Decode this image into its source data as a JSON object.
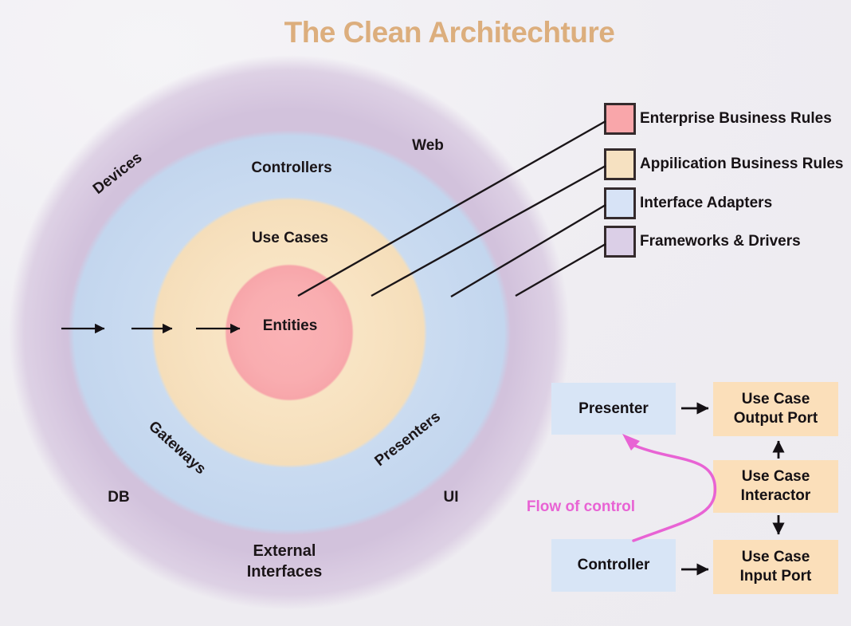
{
  "title": {
    "text": "The Clean Architechture",
    "color": "#dcae7d"
  },
  "rings": {
    "enterprise": {
      "label": "Entities",
      "color": "#f9adb0"
    },
    "application": {
      "label": "Use Cases",
      "color": "#f8e3c2"
    },
    "interface_adapters": {
      "color": "#c7daf0",
      "labels": {
        "controllers": "Controllers",
        "gateways": "Gateways",
        "presenters": "Presenters"
      }
    },
    "frameworks": {
      "color": "#d2c2dc",
      "labels": {
        "devices": "Devices",
        "web": "Web",
        "db": "DB",
        "ui": "UI",
        "external_line1": "External",
        "external_line2": "Interfaces"
      }
    }
  },
  "legend": {
    "items": [
      {
        "label": "Enterprise Business Rules",
        "color": "#f9a6aa"
      },
      {
        "label": "Appilication Business Rules",
        "color": "#f6e1c1"
      },
      {
        "label": "Interface Adapters",
        "color": "#d7e3f6"
      },
      {
        "label": "Frameworks & Drivers",
        "color": "#dbcfe7"
      }
    ]
  },
  "flow": {
    "caption": {
      "text": "Flow of control",
      "color": "#e863d4"
    },
    "boxes": {
      "presenter": {
        "label": "Presenter"
      },
      "controller": {
        "label": "Controller"
      },
      "output_port": {
        "line1": "Use Case",
        "line2": "Output Port"
      },
      "interactor": {
        "line1": "Use Case",
        "line2": "Interactor"
      },
      "input_port": {
        "line1": "Use Case",
        "line2": "Input Port"
      }
    }
  }
}
